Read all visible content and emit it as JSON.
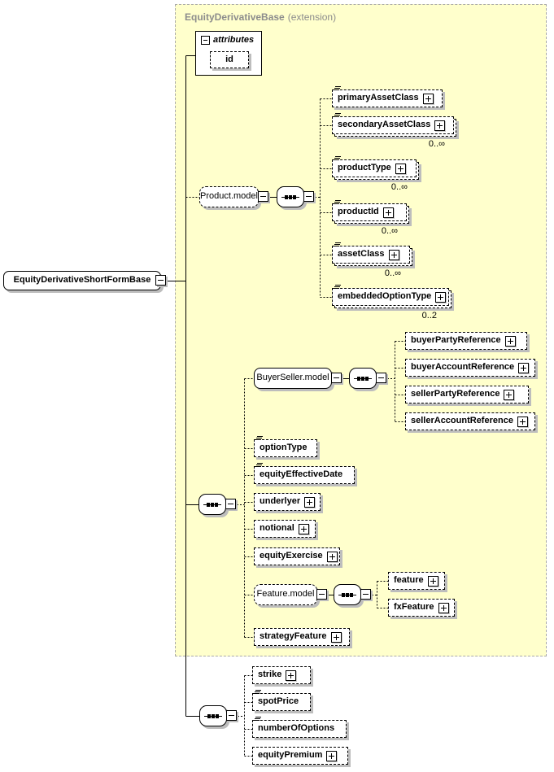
{
  "extension": {
    "title": "EquityDerivativeBase",
    "suffix": "(extension)",
    "background": "#ffffcc"
  },
  "root": {
    "label": "EquityDerivativeShortFormBase"
  },
  "attributes": {
    "label": "attributes",
    "items": [
      {
        "label": "id"
      }
    ]
  },
  "product": {
    "label": "Product.model",
    "children": [
      {
        "label": "primaryAssetClass",
        "occurs": ""
      },
      {
        "label": "secondaryAssetClass",
        "occurs": "0..∞"
      },
      {
        "label": "productType",
        "occurs": "0..∞"
      },
      {
        "label": "productId",
        "occurs": "0..∞"
      },
      {
        "label": "assetClass",
        "occurs": "0..∞"
      },
      {
        "label": "embeddedOptionType",
        "occurs": "0..2"
      }
    ]
  },
  "buyerSeller": {
    "label": "BuyerSeller.model",
    "children": [
      {
        "label": "buyerPartyReference"
      },
      {
        "label": "buyerAccountReference"
      },
      {
        "label": "sellerPartyReference"
      },
      {
        "label": "sellerAccountReference"
      }
    ]
  },
  "mainSeq": {
    "elements": [
      {
        "label": "optionType"
      },
      {
        "label": "equityEffectiveDate"
      },
      {
        "label": "underlyer"
      },
      {
        "label": "notional"
      },
      {
        "label": "equityExercise"
      },
      {
        "label": "strategyFeature"
      }
    ]
  },
  "feature": {
    "label": "Feature.model",
    "children": [
      {
        "label": "feature"
      },
      {
        "label": "fxFeature"
      }
    ]
  },
  "localSeq": {
    "elements": [
      {
        "label": "strike"
      },
      {
        "label": "spotPrice"
      },
      {
        "label": "numberOfOptions"
      },
      {
        "label": "equityPremium"
      }
    ]
  }
}
